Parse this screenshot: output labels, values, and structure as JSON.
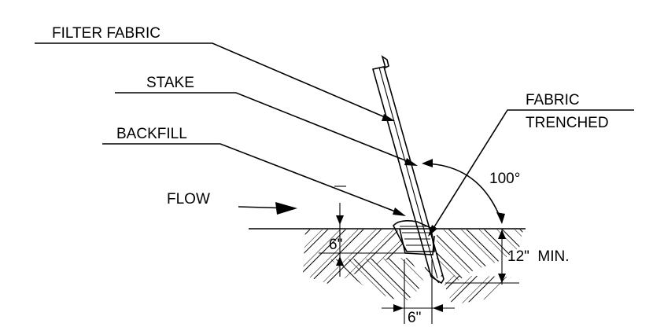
{
  "labels": {
    "filter_fabric": "FILTER FABRIC",
    "stake": "STAKE",
    "backfill": "BACKFILL",
    "fabric_line1": "FABRIC",
    "fabric_line2": "TRENCHED",
    "flow": "FLOW",
    "angle": "100°",
    "depth_left": "6\"",
    "depth_right": "12\"  MIN.",
    "width_bottom": "6\""
  },
  "colors": {
    "ink": "#000000",
    "background": "#ffffff"
  }
}
